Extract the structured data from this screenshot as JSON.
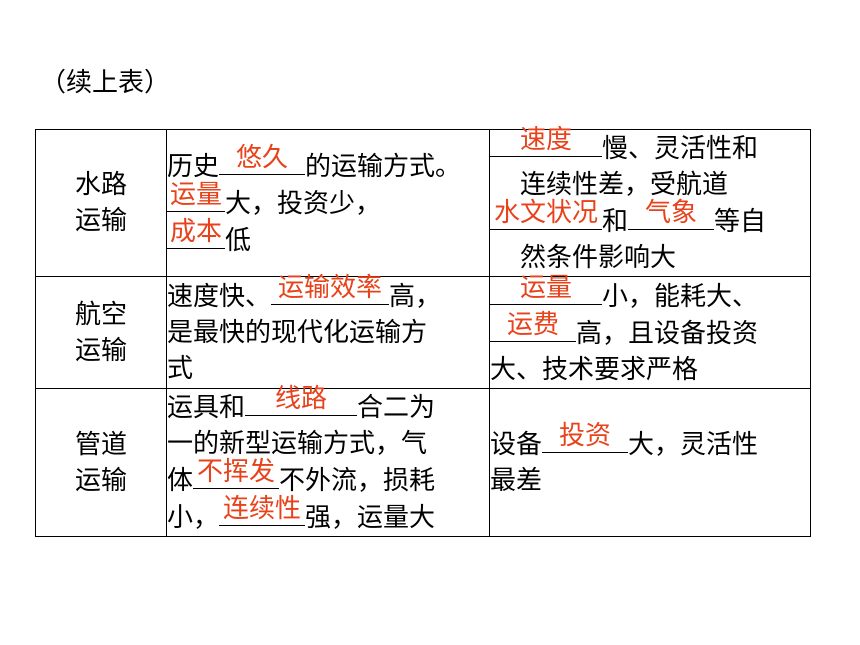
{
  "caption": "（续上表）",
  "rows": [
    {
      "mode": [
        "水路",
        "运输"
      ],
      "features": {
        "line1_pre": "历史",
        "ans1": "悠久",
        "line1_post": "的运输方式。",
        "ans2": "运量",
        "line2_post": "大，投资少，",
        "ans3": "成本",
        "line3_post": "低"
      },
      "limits": {
        "ans1": "速度",
        "line1_post": "慢、灵活性和",
        "line2": "连续性差，受航道",
        "ans2": "水文状况",
        "mid": "和",
        "ans3": "气象",
        "line3_post": "等自",
        "line4": "然条件影响大"
      }
    },
    {
      "mode": [
        "航空",
        "运输"
      ],
      "features": {
        "line1_pre": "速度快、",
        "ans1": "运输效率",
        "line1_post": "高，",
        "line2": "是最快的现代化运输方",
        "line3": "式"
      },
      "limits": {
        "ans1": "运量",
        "line1_post": "小，能耗大、",
        "ans2": "运费",
        "line2_post": "高，且设备投资",
        "line3": "大、技术要求严格"
      }
    },
    {
      "mode": [
        "管道",
        "运输"
      ],
      "features": {
        "line1_pre": "运具和",
        "ans1": "线路",
        "line1_post": "合二为",
        "line2": "一的新型运输方式，气",
        "line3_pre": "体",
        "ans2": "不挥发",
        "line3_post": "不外流，损耗",
        "line4_pre": "小，",
        "ans3": "连续性",
        "line4_post": "强，运量大"
      },
      "limits": {
        "line1_pre": "设备",
        "ans1": "投资",
        "line1_post": "大，灵活性",
        "line2": "最差"
      }
    }
  ]
}
